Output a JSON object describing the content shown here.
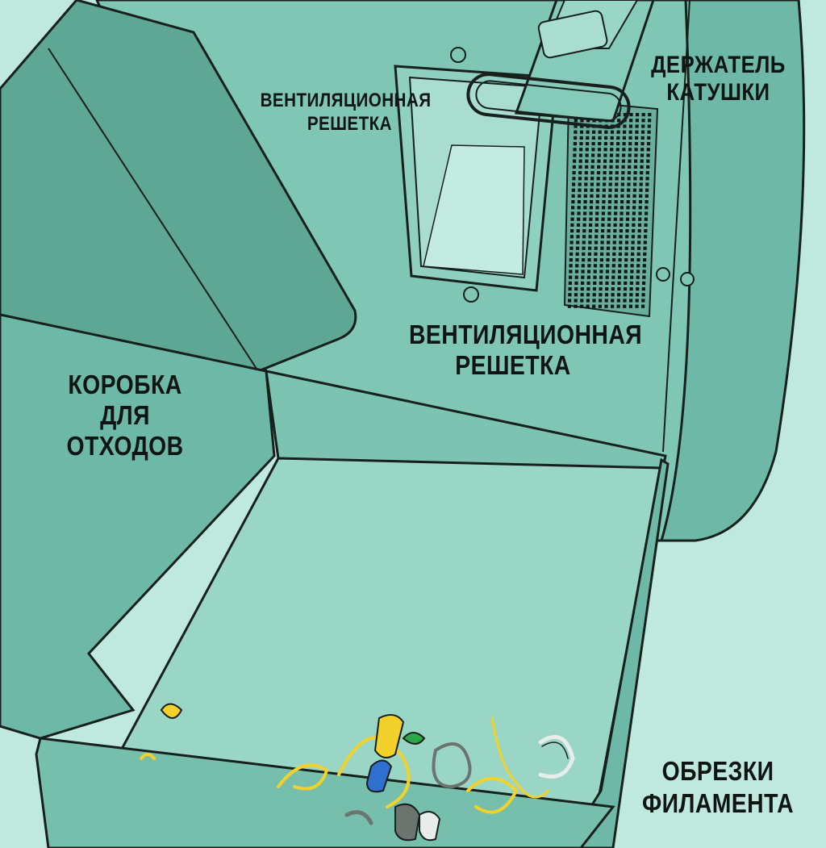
{
  "labels": {
    "spool_holder": "ДЕРЖАТЕЛЬ\nКАТУШКИ",
    "vent_grille_top": "ВЕНТИЛЯЦИОННАЯ\nРЕШЕТКА",
    "vent_grille_bottom": "ВЕНТИЛЯЦИОННАЯ\nРЕШЕТКА",
    "waste_box": "КОРОБКА\nДЛЯ ОТХОДОВ",
    "filament_scraps": "ОБРЕЗКИ\nФИЛАМЕНТА"
  },
  "colors": {
    "background": "#bfe8de",
    "body": "#7fc6b4",
    "body_dark": "#5fa795",
    "box_floor": "#9ad6c6",
    "outline": "#17201c",
    "filament_yellow": "#f2d22a",
    "filament_gray": "#6c7470",
    "filament_blue": "#2f6fd0",
    "filament_green": "#2aa84a",
    "filament_white": "#e8ecea"
  }
}
